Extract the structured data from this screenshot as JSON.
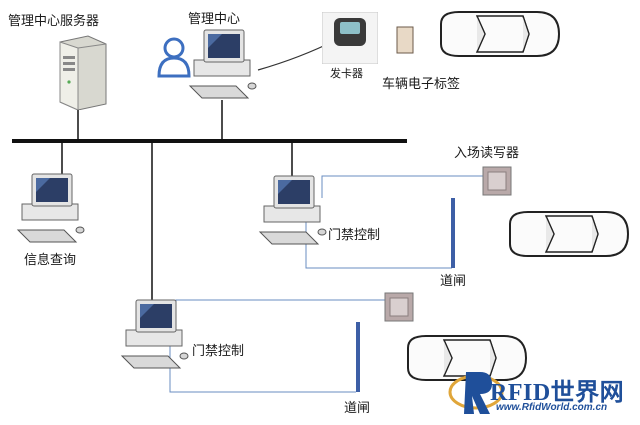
{
  "labels": {
    "server": "管理中心服务器",
    "center": "管理中心",
    "card_issuer": "发卡器",
    "vehicle_tag": "车辆电子标签",
    "info_query": "信息查询",
    "entry_reader": "入场读写器",
    "access_control_upper": "门禁控制",
    "barrier_upper": "道闸",
    "access_control_lower": "门禁控制",
    "barrier_lower": "道闸"
  },
  "watermark": {
    "brand": "RFID世界网",
    "url": "www.RfidWorld.com.cn"
  },
  "colors": {
    "bus": "#111111",
    "wire": "#6a8cc0",
    "barrier": "#3d5fa6",
    "reader": "#b9a9a9",
    "monitor": "#2c3e66",
    "logo": "#1f4f9a"
  },
  "icons": [
    "server-icon",
    "user-icon",
    "computer-icon",
    "card-issuer-icon",
    "tag-icon",
    "car-icon",
    "reader-icon",
    "barrier-icon"
  ]
}
